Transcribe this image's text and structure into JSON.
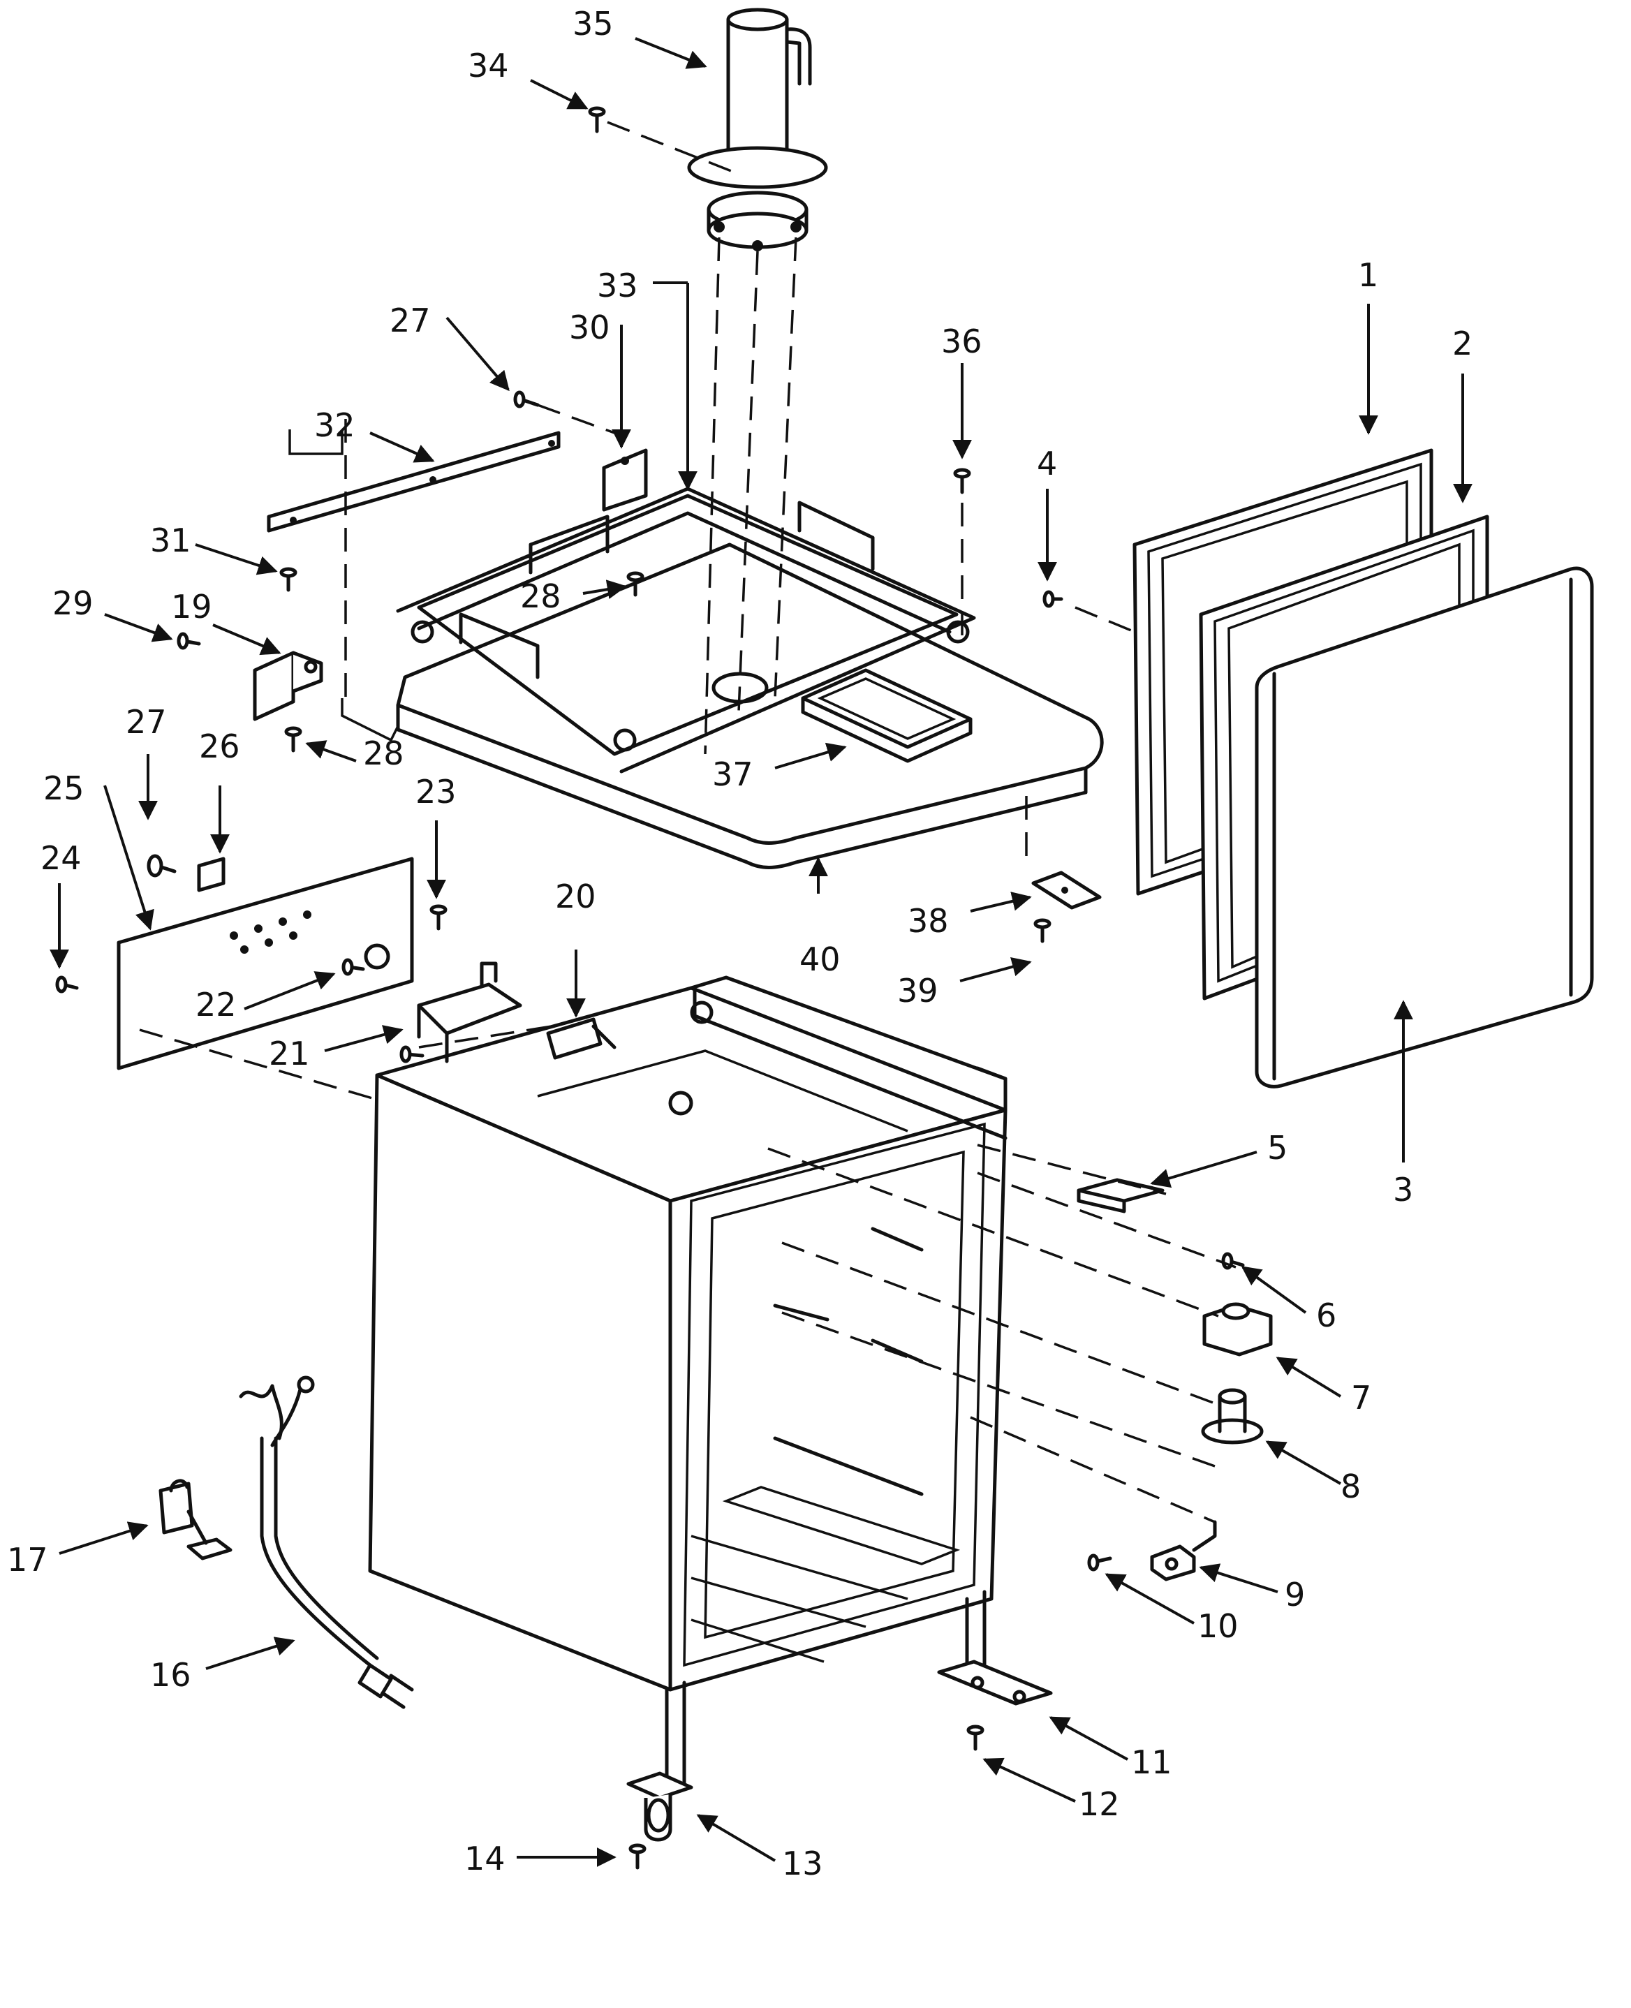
{
  "callouts": [
    {
      "num": "1"
    },
    {
      "num": "2"
    },
    {
      "num": "3"
    },
    {
      "num": "4"
    },
    {
      "num": "5"
    },
    {
      "num": "6"
    },
    {
      "num": "7"
    },
    {
      "num": "8"
    },
    {
      "num": "9"
    },
    {
      "num": "10"
    },
    {
      "num": "11"
    },
    {
      "num": "12"
    },
    {
      "num": "13"
    },
    {
      "num": "14"
    },
    {
      "num": "16"
    },
    {
      "num": "17"
    },
    {
      "num": "19"
    },
    {
      "num": "20"
    },
    {
      "num": "21"
    },
    {
      "num": "22"
    },
    {
      "num": "23"
    },
    {
      "num": "24"
    },
    {
      "num": "25"
    },
    {
      "num": "26"
    },
    {
      "num": "27"
    },
    {
      "num": "27"
    },
    {
      "num": "28"
    },
    {
      "num": "28"
    },
    {
      "num": "29"
    },
    {
      "num": "30"
    },
    {
      "num": "31"
    },
    {
      "num": "32"
    },
    {
      "num": "33"
    },
    {
      "num": "34"
    },
    {
      "num": "35"
    },
    {
      "num": "36"
    },
    {
      "num": "37"
    },
    {
      "num": "38"
    },
    {
      "num": "39"
    },
    {
      "num": "40"
    }
  ]
}
